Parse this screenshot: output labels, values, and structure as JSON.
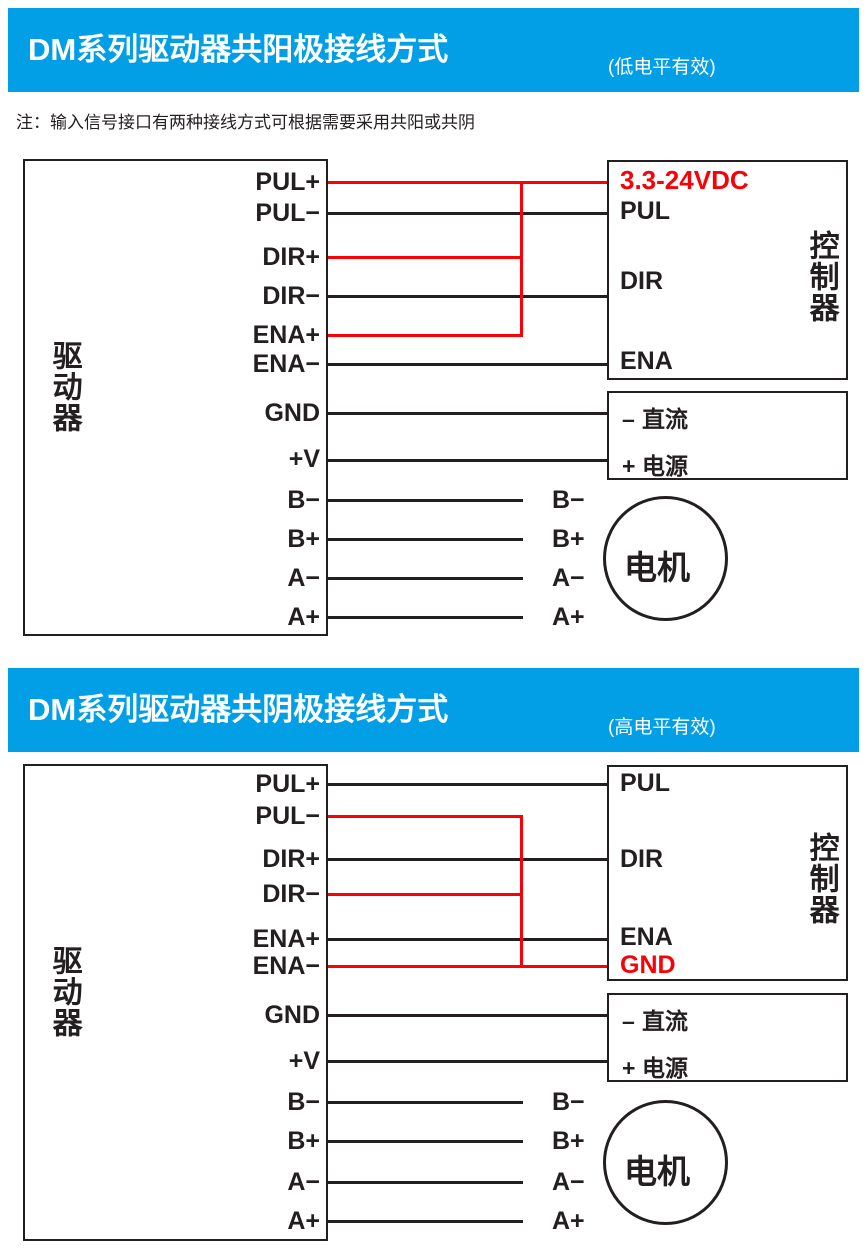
{
  "sections": [
    {
      "id": "common-anode",
      "banner": {
        "title": "DM系列驱动器共阳极接线方式",
        "subtitle": "(低电平有效)",
        "color": "#029fe6"
      },
      "note": "注：输入信号接口有两种接线方式可根据需要采用共阳或共阴",
      "driver": {
        "name": "驱动器",
        "signal_terminals": [
          {
            "label": "PUL+",
            "wire": "red"
          },
          {
            "label": "PUL−",
            "wire": "black"
          },
          {
            "label": "DIR+",
            "wire": "red"
          },
          {
            "label": "DIR−",
            "wire": "black"
          },
          {
            "label": "ENA+",
            "wire": "red"
          },
          {
            "label": "ENA−",
            "wire": "black"
          }
        ],
        "power_terminals": [
          {
            "label": "GND",
            "wire": "black"
          },
          {
            "label": "+V",
            "wire": "black"
          }
        ],
        "motor_terminals": [
          {
            "label": "B−",
            "wire": "black"
          },
          {
            "label": "B+",
            "wire": "black"
          },
          {
            "label": "A−",
            "wire": "black"
          },
          {
            "label": "A+",
            "wire": "black"
          }
        ]
      },
      "controller": {
        "name": "控制器",
        "terminals": [
          {
            "label": "3.3-24VDC",
            "color": "#fb0007"
          },
          {
            "label": "PUL",
            "color": "#231f20"
          },
          {
            "label": "DIR",
            "color": "#231f20"
          },
          {
            "label": "ENA",
            "color": "#231f20"
          }
        ]
      },
      "power_supply": {
        "lines": [
          {
            "sign": "–",
            "text": "直流"
          },
          {
            "sign": "+",
            "text": "电源"
          }
        ]
      },
      "motor": {
        "name": "电机",
        "terminals": [
          "B−",
          "B+",
          "A−",
          "A+"
        ]
      }
    },
    {
      "id": "common-cathode",
      "banner": {
        "title": "DM系列驱动器共阴极接线方式",
        "subtitle": "(高电平有效)",
        "color": "#029fe6"
      },
      "driver": {
        "name": "驱动器",
        "signal_terminals": [
          {
            "label": "PUL+",
            "wire": "black"
          },
          {
            "label": "PUL−",
            "wire": "red"
          },
          {
            "label": "DIR+",
            "wire": "black"
          },
          {
            "label": "DIR−",
            "wire": "red"
          },
          {
            "label": "ENA+",
            "wire": "black"
          },
          {
            "label": "ENA−",
            "wire": "red"
          }
        ],
        "power_terminals": [
          {
            "label": "GND",
            "wire": "black"
          },
          {
            "label": "+V",
            "wire": "black"
          }
        ],
        "motor_terminals": [
          {
            "label": "B−",
            "wire": "black"
          },
          {
            "label": "B+",
            "wire": "black"
          },
          {
            "label": "A−",
            "wire": "black"
          },
          {
            "label": "A+",
            "wire": "black"
          }
        ]
      },
      "controller": {
        "name": "控制器",
        "terminals": [
          {
            "label": "PUL",
            "color": "#231f20"
          },
          {
            "label": "DIR",
            "color": "#231f20"
          },
          {
            "label": "ENA",
            "color": "#231f20"
          },
          {
            "label": "GND",
            "color": "#fb0007"
          }
        ]
      },
      "power_supply": {
        "lines": [
          {
            "sign": "–",
            "text": "直流"
          },
          {
            "sign": "+",
            "text": "电源"
          }
        ]
      },
      "motor": {
        "name": "电机",
        "terminals": [
          "B−",
          "B+",
          "A−",
          "A+"
        ]
      }
    }
  ],
  "colors": {
    "banner_blue": "#029fe6",
    "wire_red": "#fb0007",
    "wire_black": "#231f20",
    "text_dark": "#231f20"
  }
}
